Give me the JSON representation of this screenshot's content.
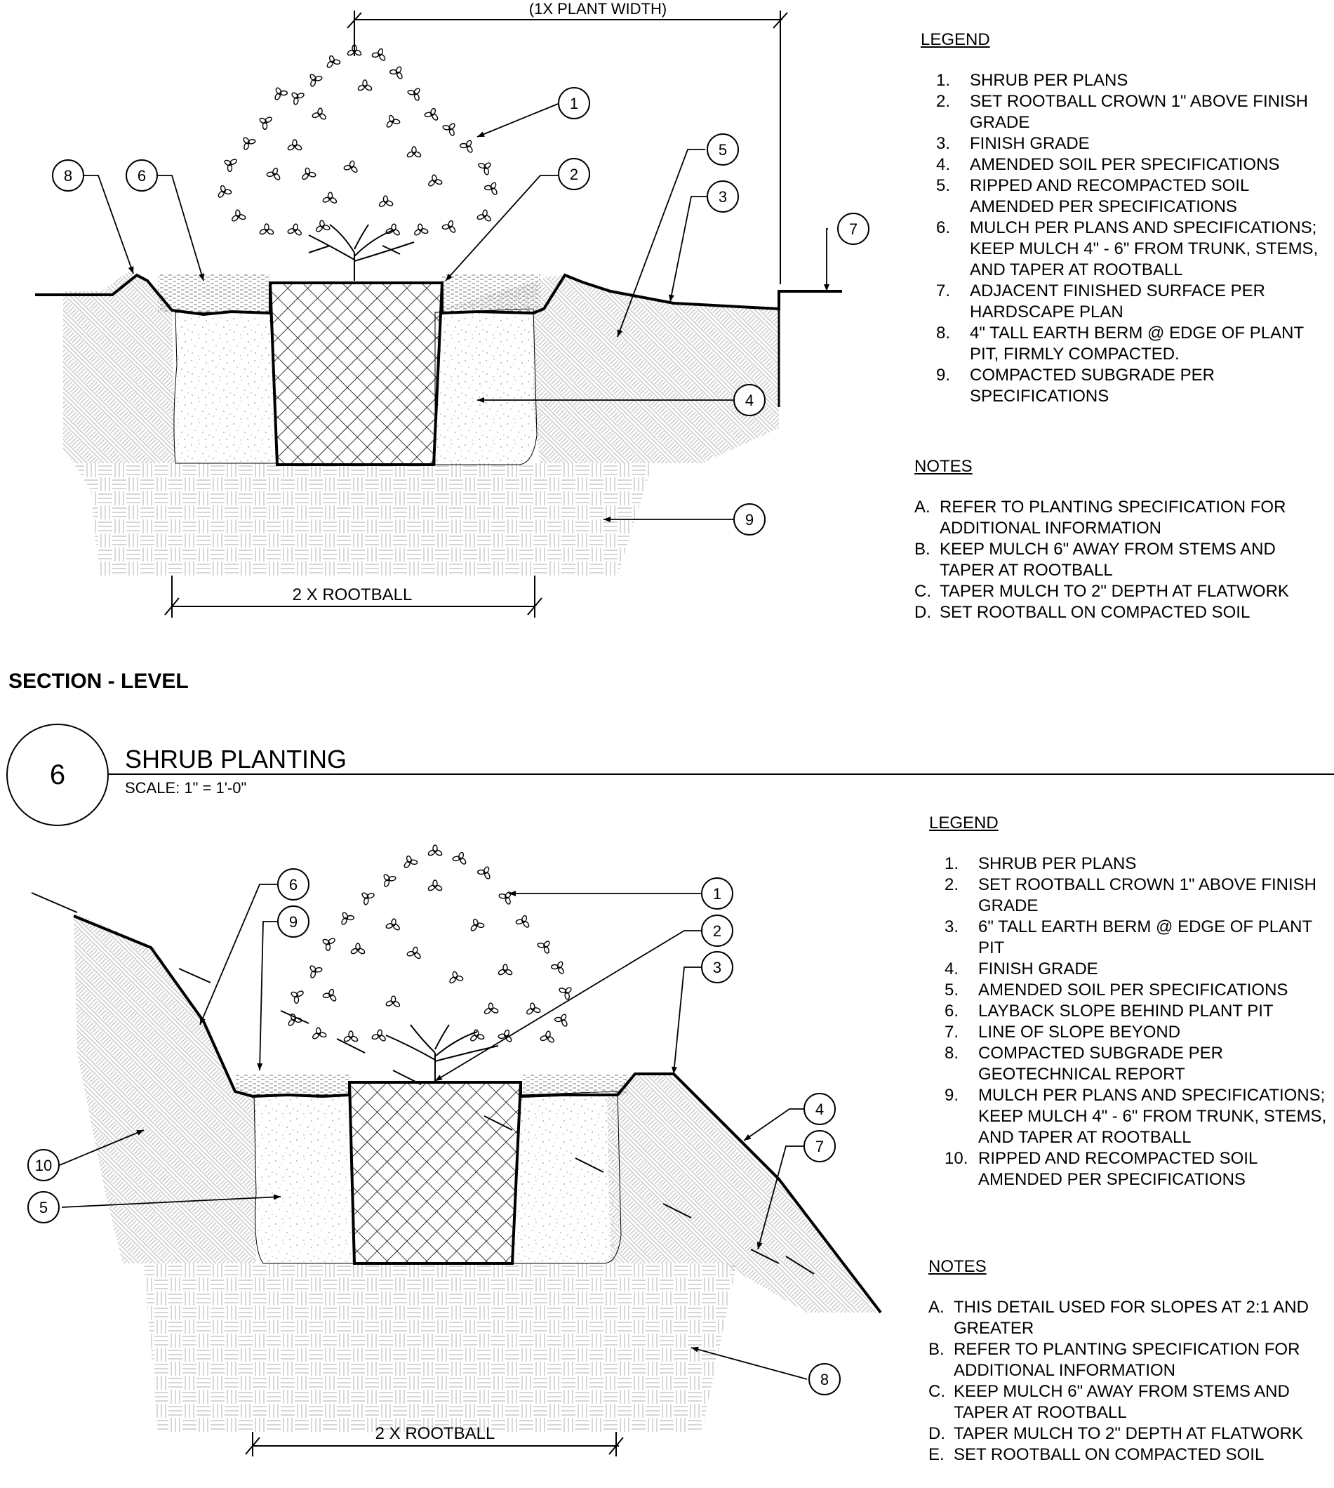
{
  "top_detail": {
    "plant_width_label": "(1X PLANT WIDTH)",
    "rootball_label": "2 X ROOTBALL",
    "section_label": "SECTION - LEVEL",
    "callouts": [
      "1",
      "2",
      "3",
      "4",
      "5",
      "6",
      "7",
      "8",
      "9"
    ],
    "legend_title": "LEGEND",
    "legend": [
      {
        "n": "1.",
        "text": "SHRUB PER PLANS"
      },
      {
        "n": "2.",
        "text": "SET ROOTBALL CROWN  1\" ABOVE FINISH GRADE"
      },
      {
        "n": "3.",
        "text": "FINISH GRADE"
      },
      {
        "n": "4.",
        "text": "AMENDED SOIL PER SPECIFICATIONS"
      },
      {
        "n": "5.",
        "text": "RIPPED AND RECOMPACTED SOIL AMENDED PER SPECIFICATIONS"
      },
      {
        "n": "6.",
        "text": "MULCH PER PLANS AND SPECIFICATIONS; KEEP MULCH 4\" - 6\" FROM TRUNK, STEMS, AND TAPER AT ROOTBALL"
      },
      {
        "n": "7.",
        "text": "ADJACENT FINISHED SURFACE PER HARDSCAPE PLAN"
      },
      {
        "n": "8.",
        "text": "4\" TALL EARTH BERM @ EDGE OF PLANT PIT, FIRMLY COMPACTED."
      },
      {
        "n": "9.",
        "text": "COMPACTED SUBGRADE PER SPECIFICATIONS"
      }
    ],
    "notes_title": "NOTES",
    "notes": [
      {
        "n": "A.",
        "text": "REFER TO PLANTING SPECIFICATION FOR ADDITIONAL INFORMATION"
      },
      {
        "n": "B.",
        "text": "KEEP MULCH 6\" AWAY FROM STEMS AND TAPER AT ROOTBALL"
      },
      {
        "n": "C.",
        "text": "TAPER MULCH TO 2\" DEPTH AT FLATWORK"
      },
      {
        "n": "D.",
        "text": "SET ROOTBALL ON COMPACTED SOIL"
      }
    ]
  },
  "title_block": {
    "number": "6",
    "title": "SHRUB PLANTING",
    "scale": "SCALE:  1\" = 1'-0\""
  },
  "bottom_detail": {
    "rootball_label": "2 X ROOTBALL",
    "callouts": [
      "1",
      "2",
      "3",
      "4",
      "5",
      "6",
      "7",
      "8",
      "9",
      "10"
    ],
    "legend_title": "LEGEND",
    "legend": [
      {
        "n": "1.",
        "text": "SHRUB PER PLANS"
      },
      {
        "n": "2.",
        "text": "SET ROOTBALL CROWN 1\" ABOVE FINISH GRADE"
      },
      {
        "n": "3.",
        "text": "6\" TALL EARTH BERM @ EDGE OF PLANT PIT"
      },
      {
        "n": "4.",
        "text": "FINISH GRADE"
      },
      {
        "n": "5.",
        "text": "AMENDED SOIL PER SPECIFICATIONS"
      },
      {
        "n": "6.",
        "text": "LAYBACK SLOPE BEHIND PLANT PIT"
      },
      {
        "n": "7.",
        "text": "LINE OF SLOPE BEYOND"
      },
      {
        "n": "8.",
        "text": "COMPACTED SUBGRADE PER GEOTECHNICAL REPORT"
      },
      {
        "n": "9.",
        "text": "MULCH PER PLANS AND SPECIFICATIONS; KEEP MULCH 4\" - 6\" FROM TRUNK, STEMS, AND TAPER AT ROOTBALL"
      },
      {
        "n": "10.",
        "text": "RIPPED AND RECOMPACTED SOIL AMENDED PER SPECIFICATIONS"
      }
    ],
    "notes_title": "NOTES",
    "notes": [
      {
        "n": "A.",
        "text": "THIS DETAIL USED FOR SLOPES AT 2:1 AND GREATER"
      },
      {
        "n": "B.",
        "text": "REFER TO PLANTING SPECIFICATION FOR ADDITIONAL INFORMATION"
      },
      {
        "n": "C.",
        "text": "KEEP MULCH 6\" AWAY FROM STEMS AND TAPER AT ROOTBALL"
      },
      {
        "n": "D.",
        "text": "TAPER MULCH TO 2\" DEPTH AT FLATWORK"
      },
      {
        "n": "E.",
        "text": "SET ROOTBALL ON COMPACTED SOIL"
      }
    ]
  }
}
